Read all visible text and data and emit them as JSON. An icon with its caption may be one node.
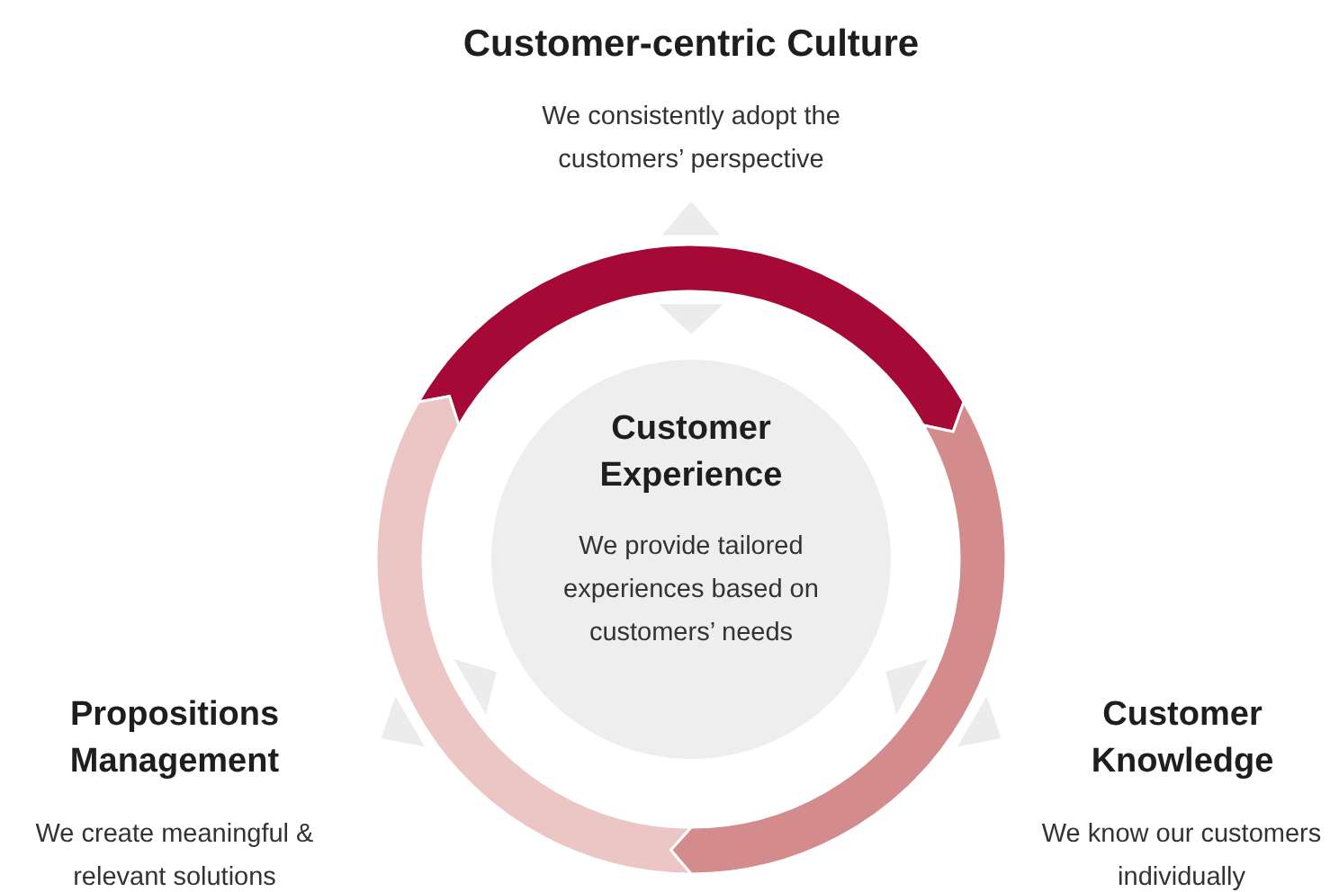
{
  "diagram": {
    "title": "Customer-centric Culture",
    "nodes": [
      {
        "text": [
          "Customer Experience",
          "We provide tailored experiences based on customers’ needs"
        ]
      }
    ],
    "labels": [
      "We consistently adopt the customers’ perspective",
      "Propositions Management",
      "Customer Knowledge",
      "We create meaningful & relevant solutions",
      "We know our customers individually"
    ]
  }
}
